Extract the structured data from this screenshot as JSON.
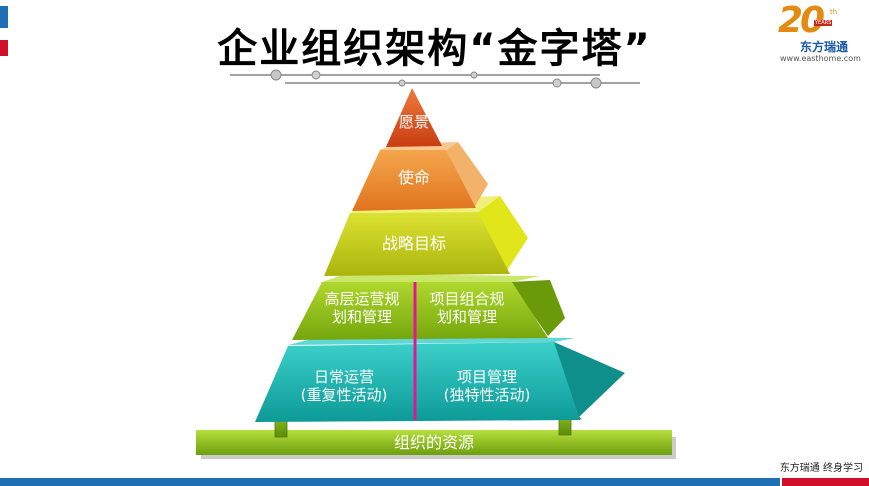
{
  "title": "企业组织架构“金字塔”",
  "logo": {
    "number": "20",
    "superscript": "th",
    "years": "YEARS",
    "brand": "东方瑞通",
    "url": "www.easthome.com"
  },
  "pyramid": {
    "tiers": [
      {
        "label": "愿景",
        "color": "#d94f1c"
      },
      {
        "label": "使命",
        "color": "#ec8a2b"
      },
      {
        "label": "战略目标",
        "color": "#c5cc16"
      },
      {
        "left": {
          "line1": "高层运营规",
          "line2": "划和管理"
        },
        "right": {
          "line1": "项目组合规",
          "line2": "划和管理"
        },
        "color": "#8cbf14"
      },
      {
        "left": {
          "line1": "日常运营",
          "line2": "(重复性活动)"
        },
        "right": {
          "line1": "项目管理",
          "line2": "(独特性活动)"
        },
        "color": "#1bb5b0"
      }
    ],
    "divider_color": "#e6139a",
    "base": {
      "label": "组织的资源",
      "color": "#8cbf14"
    }
  },
  "footer": "东方瑞通   终身学习",
  "colors": {
    "brand_blue": "#1f6fb4",
    "brand_red": "#d0102a",
    "logo_orange": "#e48a13"
  }
}
